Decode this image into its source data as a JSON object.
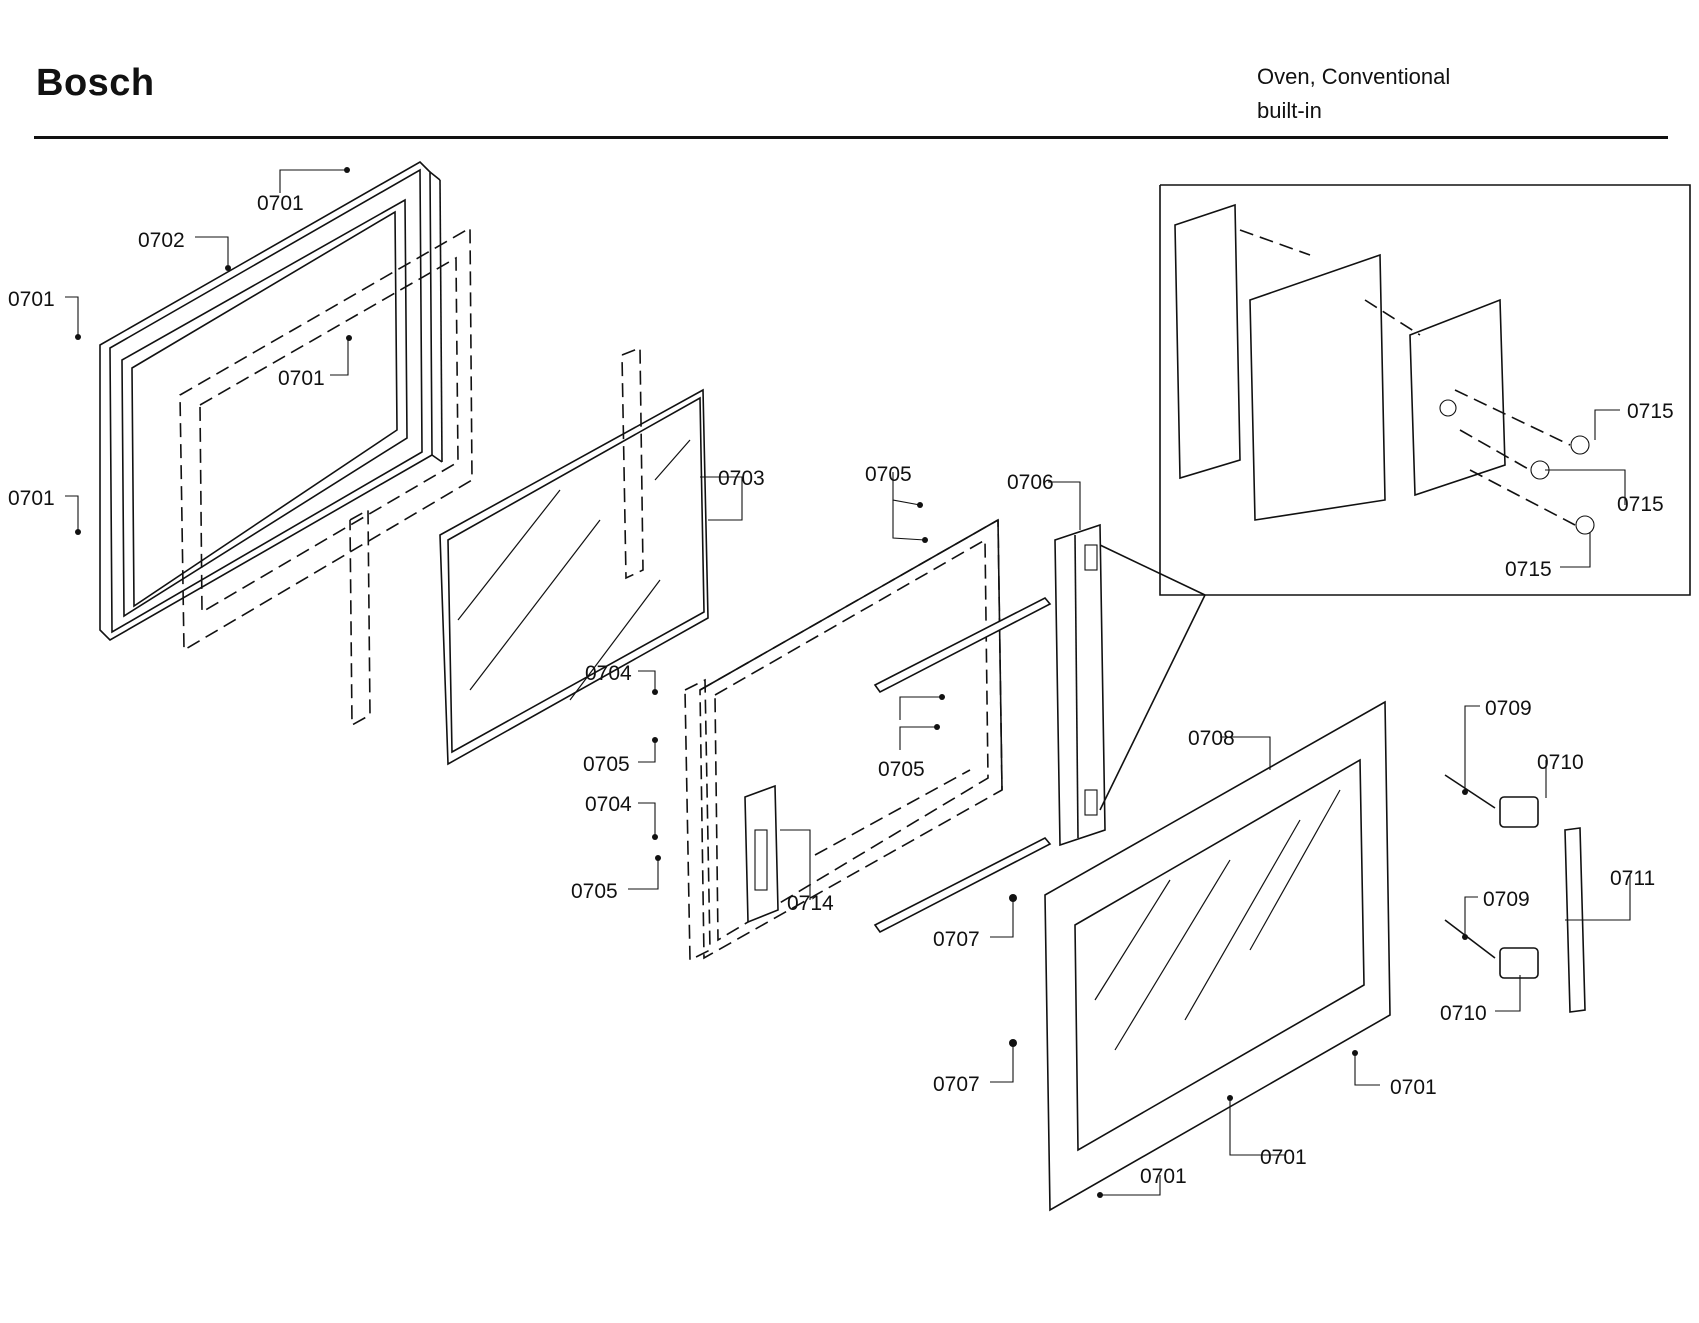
{
  "header": {
    "brand": "Bosch",
    "product_line1": "Oven, Conventional",
    "product_line2": "built-in"
  },
  "part_labels": {
    "l0701_top": "0701",
    "l0702": "0702",
    "l0701_left_upper": "0701",
    "l0701_inner": "0701",
    "l0701_left_lower": "0701",
    "l0703": "0703",
    "l0705_top": "0705",
    "l0706": "0706",
    "l0704_upper": "0704",
    "l0705_mid_left": "0705",
    "l0705_mid": "0705",
    "l0704_lower": "0704",
    "l0705_lower_left": "0705",
    "l0714": "0714",
    "l0707_upper": "0707",
    "l0707_lower": "0707",
    "l0708": "0708",
    "l0709_upper": "0709",
    "l0710_upper": "0710",
    "l0711": "0711",
    "l0709_lower": "0709",
    "l0710_lower": "0710",
    "l0701_right": "0701",
    "l0701_bottom_mid": "0701",
    "l0701_bottom": "0701",
    "l0715_a": "0715",
    "l0715_b": "0715",
    "l0715_c": "0715"
  }
}
